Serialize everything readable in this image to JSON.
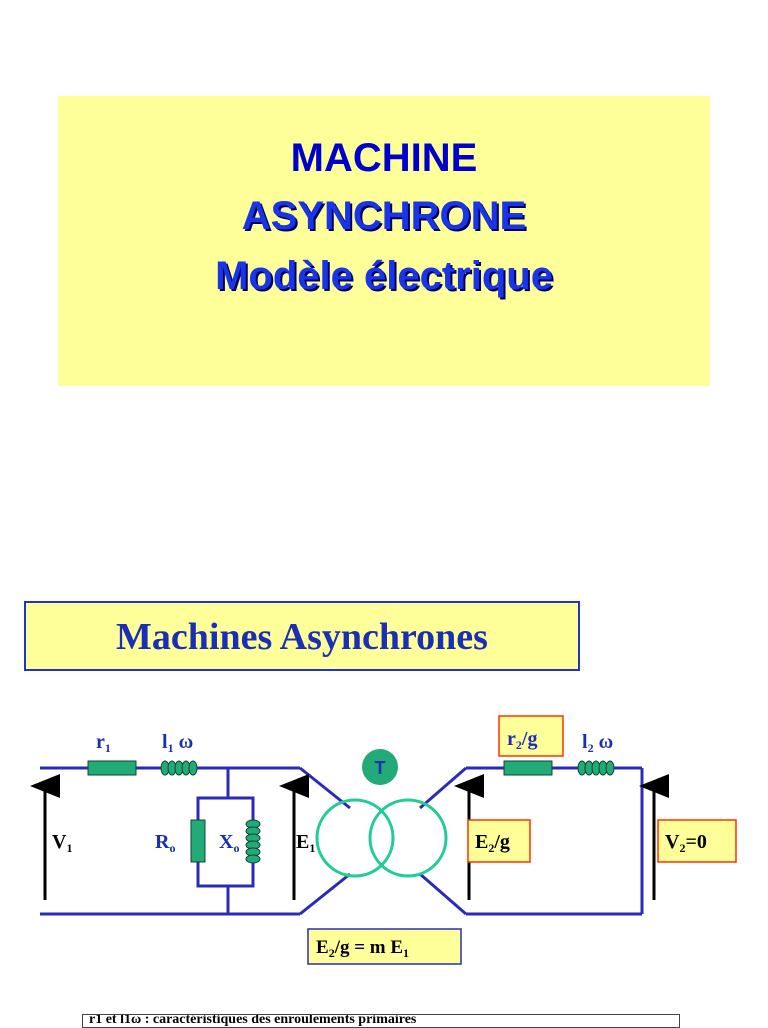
{
  "slide1": {
    "title_line1": "MACHINE",
    "title_line2": "ASYNCHRONE",
    "title_line3": "Modèle électrique"
  },
  "slide2": {
    "subtitle": "Machines Asynchrones",
    "circuit": {
      "r1": "r",
      "r1_sub": "1",
      "l1w": "l",
      "l1w_sub": "1",
      "l1w_tail": " ω",
      "V1": "V",
      "V1_sub": "1",
      "Ro": "R",
      "Ro_sub": "o",
      "Xo": "X",
      "Xo_sub": "o",
      "E1": "E",
      "E1_sub": "1",
      "T": "T",
      "r2g": "r",
      "r2g_sub": "2",
      "r2g_tail": "/g",
      "l2w": "l",
      "l2w_sub": "2",
      "l2w_tail": " ω",
      "E2g": "E",
      "E2g_sub": "2",
      "E2g_tail": "/g",
      "V2": "V",
      "V2_sub": "2",
      "V2_tail": "=0",
      "relation": "E",
      "relation_sub": "2",
      "relation_mid": "/g = m E",
      "relation_sub2": "1"
    },
    "bottom_note": "r1 et l1ω : caractéristiques des enroulements primaires"
  },
  "colors": {
    "title_bg": "#ffff99",
    "title_text": "#1a35e6",
    "wire": "#2b2bb8",
    "component": "#22aa77",
    "label": "#1a2fb4",
    "highlight_border": "#ff3300"
  }
}
